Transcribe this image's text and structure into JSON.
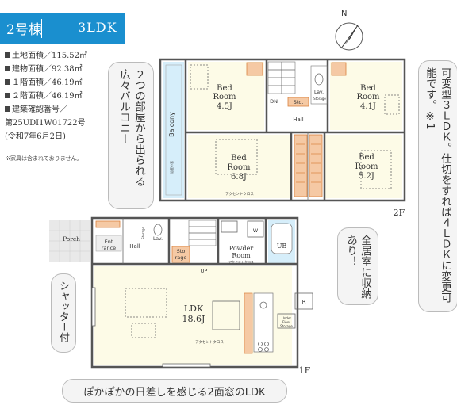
{
  "header": {
    "building": "2号棟",
    "layout": "3LDK"
  },
  "info": [
    "土地面積／115.52㎡",
    "建物面積／92.38㎡",
    "１階面積／46.19㎡",
    "２階面積／46.19㎡",
    "建築確認番号／",
    "第25UDI1W01722号",
    "(令和7年6月2日)"
  ],
  "note": "※家具は含まれておりません。",
  "callouts": {
    "balcony": "２つの部屋から出られる広々バルコニー",
    "variable": "可変型３ＬＤＫ。仕切をすれば４ＬＤＫに変更可能です。※1",
    "storage": "全居室に収納あり！",
    "shutter": "シャッター付",
    "ldk": "ぽかぽかの日差しを感じる2面窓のLDK"
  },
  "compass": "N",
  "floor2": {
    "label": "2F",
    "balcony": "Balcony",
    "bed_nw": [
      "Bed",
      "Room",
      "4.5J"
    ],
    "bed_ne": [
      "Bed",
      "Room",
      "4.1J"
    ],
    "bed_sw": [
      "Bed",
      "Room",
      "6.8J"
    ],
    "bed_se": [
      "Bed",
      "Room",
      "5.2J"
    ],
    "dn": "DN",
    "sto": "Sto.",
    "lav": [
      "Lav.",
      "Storage"
    ],
    "hall": "Hall",
    "accent": "アクセントクロス",
    "window_note": "浴室小窓"
  },
  "floor1": {
    "label": "1F",
    "porch": "Porch",
    "entrance": [
      "Ent",
      "rance"
    ],
    "hall": "Hall",
    "storage_small": "Storage",
    "storage": [
      "Sto",
      "rage"
    ],
    "lav": "Lav.",
    "w": "W",
    "powder": [
      "Powder",
      "Room"
    ],
    "accent_powder": "アクセントクロス",
    "ub": "UB",
    "up": "UP",
    "ldk": [
      "LDK",
      "18.6J"
    ],
    "accent_ldk": "アクセントクロス",
    "r": "R",
    "under_floor": [
      "Under",
      "Floor",
      "Storage"
    ]
  }
}
